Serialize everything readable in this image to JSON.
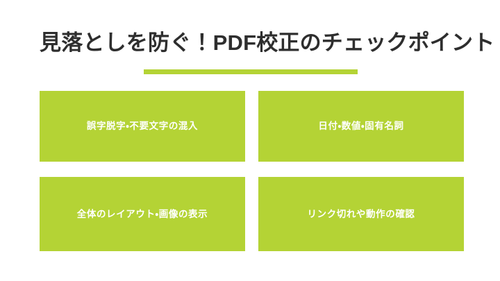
{
  "slide": {
    "background_color": "#ffffff",
    "accent_color": "#b4d335",
    "title_color": "#2e2e2e",
    "card_text_color": "#ffffff",
    "title": "見落としを防ぐ！PDF校正のチェックポイント"
  },
  "cards": [
    {
      "label": "誤字脱字・不要文字の混入"
    },
    {
      "label": "日付・数値・固有名詞"
    },
    {
      "label": "全体のレイアウト・画像の表示"
    },
    {
      "label": "リンク切れや動作の確認"
    }
  ]
}
